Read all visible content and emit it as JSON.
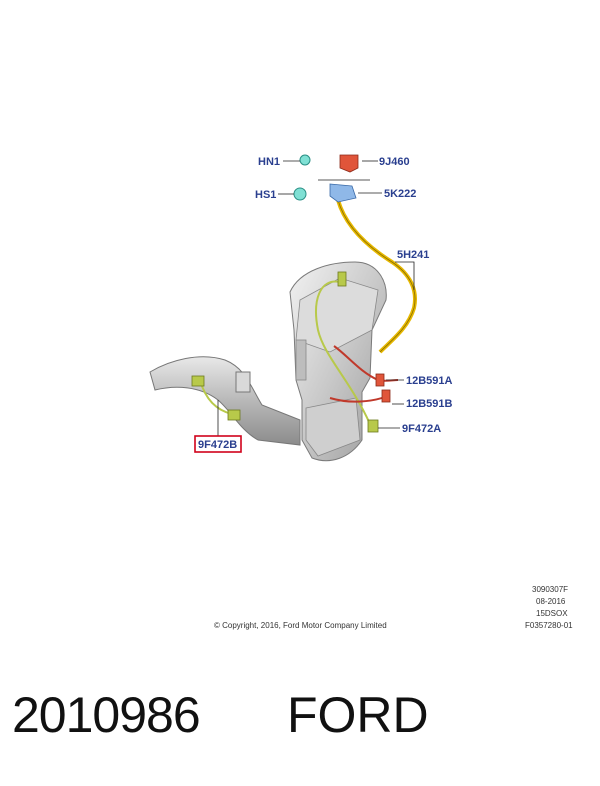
{
  "callouts": {
    "hn1": "HN1",
    "j460": "9J460",
    "hs1": "HS1",
    "k222": "5K222",
    "h241": "5H241",
    "b591a": "12B591A",
    "b591b": "12B591B",
    "f472a": "9F472A",
    "f472b": "9F472B"
  },
  "highlight_color": "#d0021b",
  "callout_color": "#2a3f8f",
  "meta": {
    "line1": "3090307F",
    "line2": "08-2016",
    "line3": "15DSOX",
    "line4": "F0357280-01"
  },
  "copyright": "© Copyright, 2016, Ford Motor Company Limited",
  "caption": {
    "part_number": "2010986",
    "brand": "FORD"
  }
}
